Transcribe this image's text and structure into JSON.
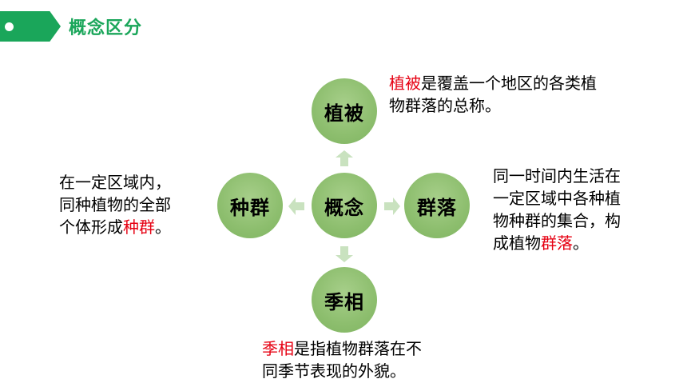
{
  "header": {
    "title": "概念区分",
    "accent": "#1aa65a"
  },
  "diagram": {
    "center": "概念",
    "nodes": {
      "top": "植被",
      "left": "种群",
      "right": "群落",
      "bottom": "季相"
    },
    "descriptions": {
      "top": {
        "line1_term": "植被",
        "line1_rest": "是覆盖一个地区的各类植",
        "line2": "物群落的总称。"
      },
      "left": {
        "line1": "在一定区域内，",
        "line2": "同种植物的全部",
        "line3_pre": "个体形成",
        "line3_term": "种群",
        "line3_post": "。"
      },
      "right": {
        "line1": "同一时间内生活在",
        "line2": "一定区域中各种植",
        "line3": "物种群的集合，构",
        "line4_pre": "成植物",
        "line4_term": "群落",
        "line4_post": "。"
      },
      "bottom": {
        "line1_term": "季相",
        "line1_rest": "是指植物群落在不",
        "line2": "同季节表现的外貌。"
      }
    },
    "colors": {
      "node": "#8dbe6e",
      "arrow": "#c9e2bf",
      "highlight": "#e60012"
    }
  }
}
